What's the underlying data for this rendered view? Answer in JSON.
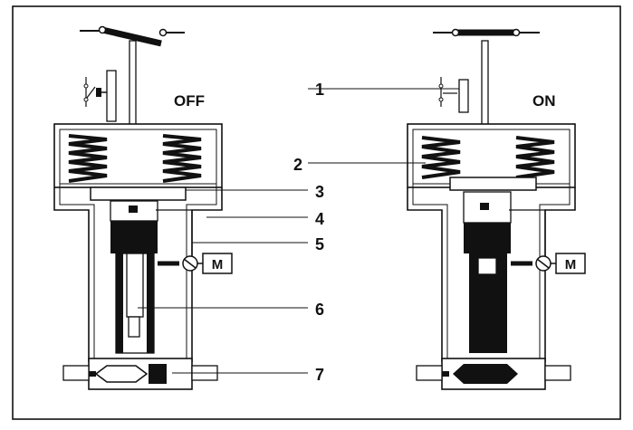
{
  "states": {
    "off": "OFF",
    "on": "ON"
  },
  "callouts": [
    "1",
    "2",
    "3",
    "4",
    "5",
    "6",
    "7"
  ],
  "motor_label": "M",
  "colors": {
    "ink": "#111111",
    "background": "#ffffff"
  }
}
